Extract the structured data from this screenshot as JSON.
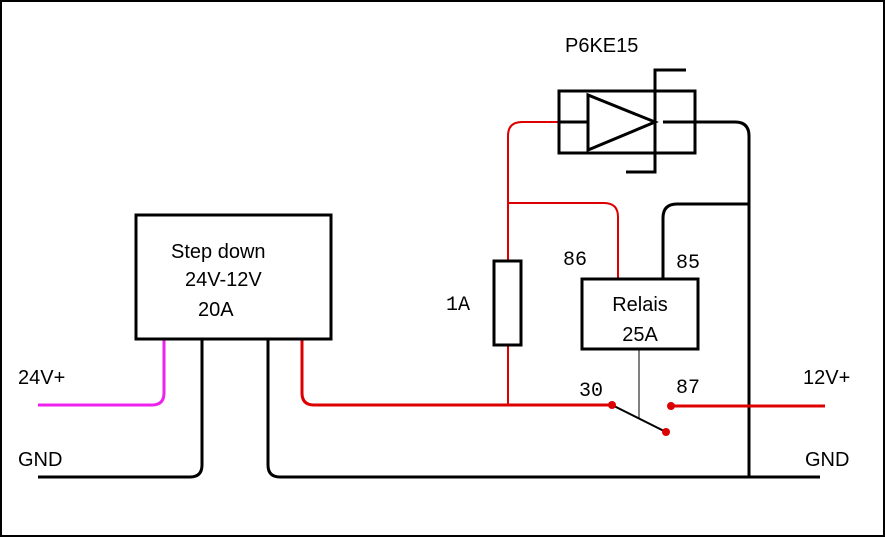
{
  "component_labels": {
    "tvs_diode": "P6KE15",
    "fuse": "1A",
    "relay_line1": "Relais",
    "relay_line2": "25A",
    "converter_line1": "Step down",
    "converter_line2": "24V-12V",
    "converter_line3": "20A"
  },
  "pin_labels": {
    "pin_86": "86",
    "pin_85": "85",
    "pin_30": "30",
    "pin_87": "87"
  },
  "terminal_labels": {
    "input_positive": "24V+",
    "input_ground": "GND",
    "output_positive": "12V+",
    "output_ground": "GND"
  },
  "colors": {
    "positive_input_wire": "#ee22ee",
    "positive_output_wire": "#dd0000",
    "ground_wire": "#000000",
    "contact_dot": "#dd0000"
  }
}
